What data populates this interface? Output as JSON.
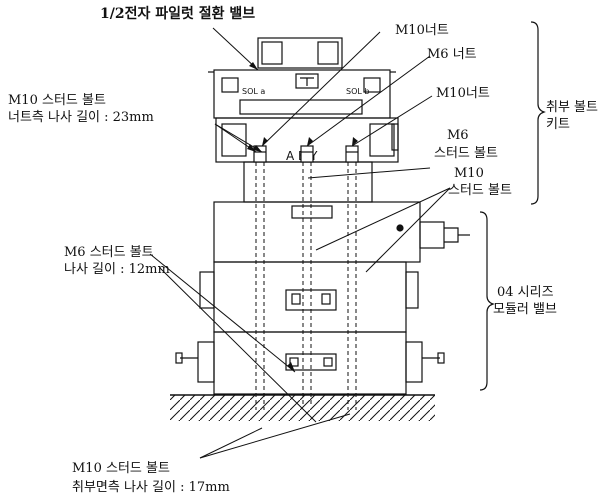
{
  "labels": {
    "top_title": "1/2전자 파일럿 절환 밸브",
    "m10_nut_1": "M10너트",
    "m6_nut": "M6 너트",
    "m10_nut_2": "M10너트",
    "left_bolt_line1": "M10 스터드 볼트",
    "left_bolt_line2": "너트측 나사 길이 : 23mm",
    "m6_stud_line1": "M6",
    "m6_stud_line2": "스터드 볼트",
    "m10_stud_line1": "M10",
    "m10_stud_line2": "스터드 볼트",
    "mount_kit_line1": "취부 볼트",
    "mount_kit_line2": "키트",
    "m6_len_line1": "M6 스터드 볼트",
    "m6_len_line2": "나사 길이 : 12mm",
    "series_line1": "04 시리즈",
    "series_line2": "모듈러 밸브",
    "bottom_line1": "M10 스터드 볼트",
    "bottom_line2": "취부면측 나사 길이 : 17mm"
  },
  "valve": {
    "sol_a": "SOL a",
    "sol_b": "SOL b",
    "marking": "A   B   Y"
  },
  "colors": {
    "line": "#111111",
    "background": "#ffffff"
  }
}
